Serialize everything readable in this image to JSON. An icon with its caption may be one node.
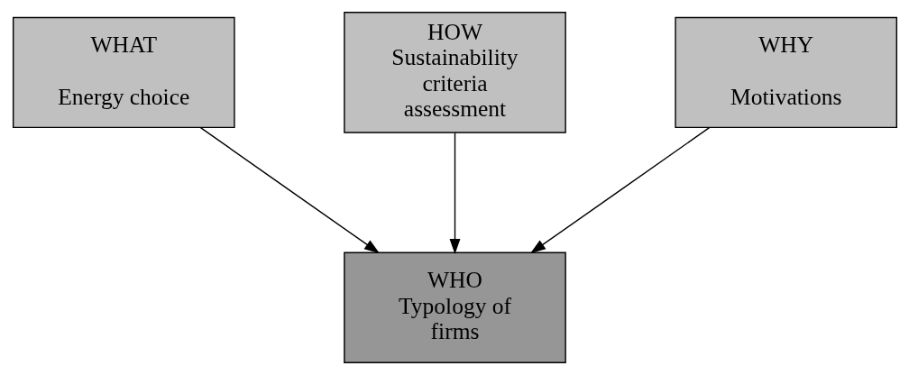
{
  "diagram": {
    "nodes": [
      {
        "text": [
          "WHAT",
          "Energy choice"
        ]
      },
      {
        "text": [
          "HOW",
          "Sustainability criteria assessment"
        ]
      },
      {
        "text": [
          "WHY",
          "Motivations"
        ]
      },
      {
        "text": [
          "WHO",
          "Typology of firms"
        ]
      }
    ],
    "edges": [
      {
        "from": 0,
        "to": 3,
        "arrow": "to"
      },
      {
        "from": 1,
        "to": 3,
        "arrow": "to"
      },
      {
        "from": 2,
        "to": 3,
        "arrow": "to"
      }
    ]
  }
}
